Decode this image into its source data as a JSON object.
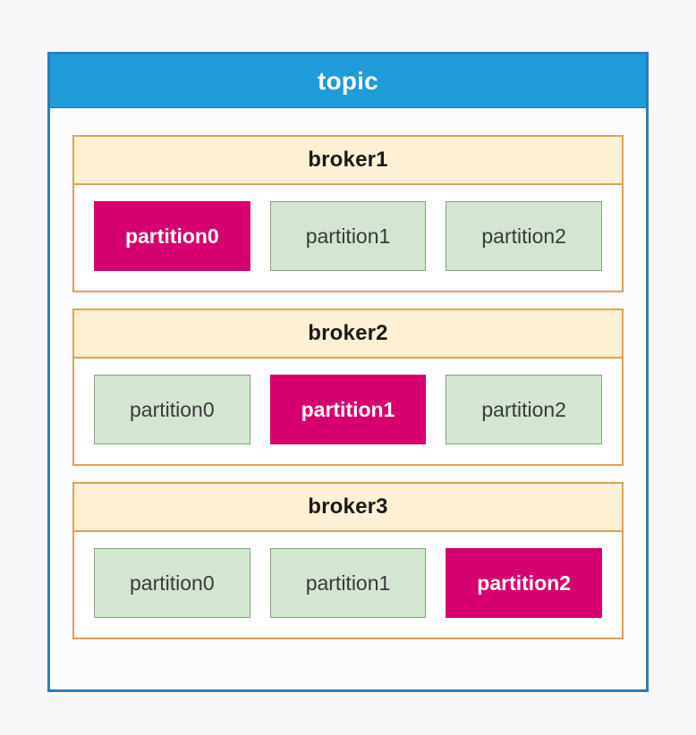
{
  "topic": {
    "title": "topic"
  },
  "legend": {
    "leader_color": "#d6006e",
    "follower_color": "#d4e6d2",
    "broker_header_color": "#fdf0d5",
    "topic_header_color": "#1f9bd9"
  },
  "brokers": [
    {
      "name": "broker1",
      "partitions": [
        {
          "label": "partition0",
          "role": "leader"
        },
        {
          "label": "partition1",
          "role": "follower"
        },
        {
          "label": "partition2",
          "role": "follower"
        }
      ]
    },
    {
      "name": "broker2",
      "partitions": [
        {
          "label": "partition0",
          "role": "follower"
        },
        {
          "label": "partition1",
          "role": "leader"
        },
        {
          "label": "partition2",
          "role": "follower"
        }
      ]
    },
    {
      "name": "broker3",
      "partitions": [
        {
          "label": "partition0",
          "role": "follower"
        },
        {
          "label": "partition1",
          "role": "follower"
        },
        {
          "label": "partition2",
          "role": "leader"
        }
      ]
    }
  ]
}
